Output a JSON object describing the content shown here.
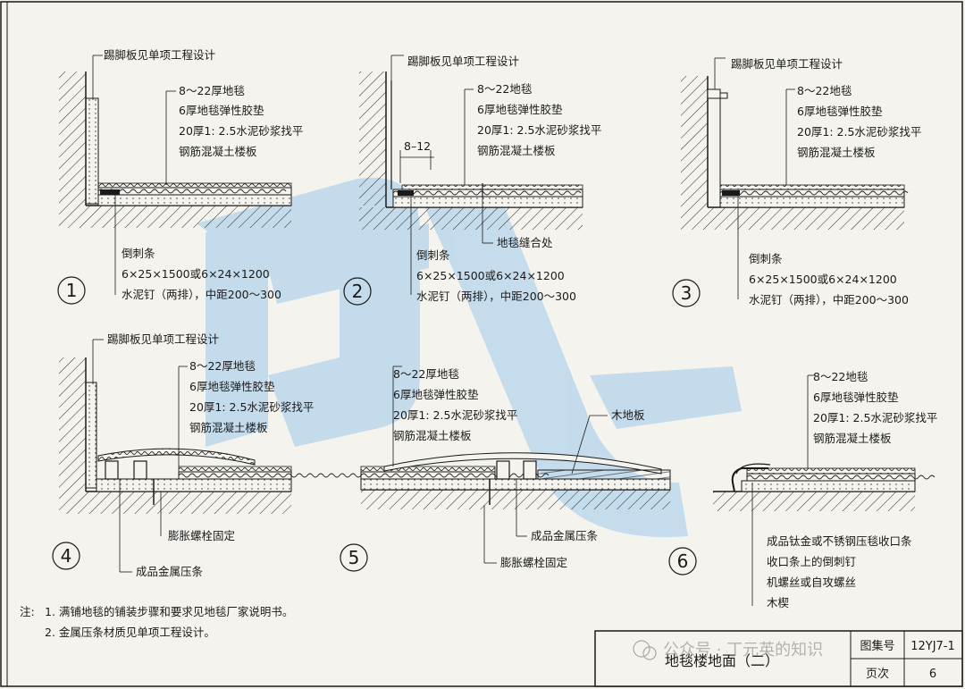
{
  "colors": {
    "ink": "#1a1a1a",
    "paper": "#f4f3ee",
    "watermark": "#9cc8ea"
  },
  "details": [
    {
      "number": "1",
      "skirting": "踢脚板见单项工程设计",
      "layers": [
        "8～22厚地毯",
        "6厚地毯弹性胶垫",
        "20厚1: 2.5水泥砂浆找平",
        "钢筋混凝土楼板"
      ],
      "strip": [
        "倒刺条",
        "6×25×1500或6×24×1200",
        "水泥钉（两排），中距200～300"
      ]
    },
    {
      "number": "2",
      "skirting": "踢脚板见单项工程设计",
      "layers": [
        "8～22地毯",
        "6厚地毯弹性胶垫",
        "20厚1: 2.5水泥砂浆找平",
        "钢筋混凝土楼板"
      ],
      "gap": "8–12",
      "seam": "地毯缝合处",
      "strip": [
        "倒刺条",
        "6×25×1500或6×24×1200",
        "水泥钉（两排），中距200～300"
      ]
    },
    {
      "number": "3",
      "skirting": "踢脚板见单项工程设计",
      "layers": [
        "8～22地毯",
        "6厚地毯弹性胶垫",
        "20厚1: 2.5水泥砂浆找平",
        "钢筋混凝土楼板"
      ],
      "strip": [
        "倒刺条",
        "6×25×1500或6×24×1200",
        "水泥钉（两排），中距200～300"
      ]
    },
    {
      "number": "4",
      "skirting": "踢脚板见单项工程设计",
      "layers": [
        "8～22厚地毯",
        "6厚地毯弹性胶垫",
        "20厚1: 2.5水泥砂浆找平",
        "钢筋混凝土楼板"
      ],
      "bolt": "膨胀螺栓固定",
      "metal": "成品金属压条"
    },
    {
      "number": "5",
      "layers": [
        "8～22厚地毯",
        "6厚地毯弹性胶垫",
        "20厚1: 2.5水泥砂浆找平",
        "钢筋混凝土楼板"
      ],
      "wood": "木地板",
      "metal": "成品金属压条",
      "bolt": "膨胀螺栓固定"
    },
    {
      "number": "6",
      "layers": [
        "8～22地毯",
        "6厚地毯弹性胶垫",
        "20厚1: 2.5水泥砂浆找平",
        "钢筋混凝土楼板"
      ],
      "parts": [
        "成品钛金或不锈钢压毯收口条",
        "收口条上的倒刺钉",
        "机螺丝或自攻螺丝",
        "木楔"
      ]
    }
  ],
  "notes": {
    "prefix": "注:",
    "items": [
      "1. 满铺地毯的铺装步骤和要求见地毯厂家说明书。",
      "2. 金属压条材质见单项工程设计。"
    ]
  },
  "title_block": {
    "title": "地毯楼地面（二）",
    "atlas_label": "图集号",
    "atlas_value": "12YJ7-1",
    "page_label": "页次",
    "page_value": "6"
  },
  "watermark_text": "公众号 · 丁元英的知识"
}
